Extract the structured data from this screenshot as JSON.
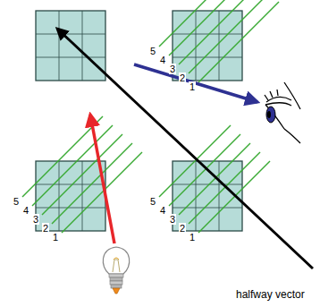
{
  "diagram": {
    "labels": [
      "5",
      "4",
      "3",
      "2",
      "1",
      "5",
      "4",
      "3",
      "2",
      "1",
      "5",
      "4",
      "3",
      "2",
      "1",
      "halfway vector"
    ]
  }
}
